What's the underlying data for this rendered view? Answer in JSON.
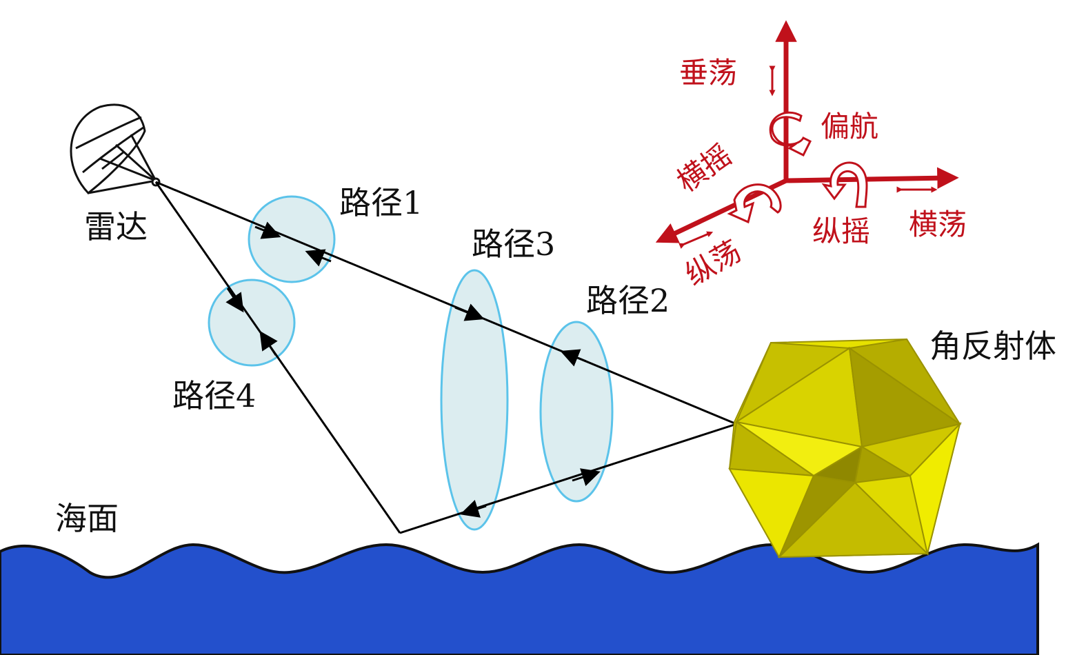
{
  "labels": {
    "radar": "雷达",
    "path1": "路径1",
    "path2": "路径2",
    "path3": "路径3",
    "path4": "路径4",
    "sea": "海面",
    "reflector": "角反射体"
  },
  "motions": {
    "heave": "垂荡",
    "yaw": "偏航",
    "roll": "横摇",
    "pitch": "纵摇",
    "sway": "横荡",
    "surge": "纵荡"
  },
  "colors": {
    "sea": "#2350cc",
    "motion": "#c0111b",
    "reflector": "#e6e100",
    "bubble": "#dcedf0",
    "bubble_stroke": "#5bc3ea"
  }
}
